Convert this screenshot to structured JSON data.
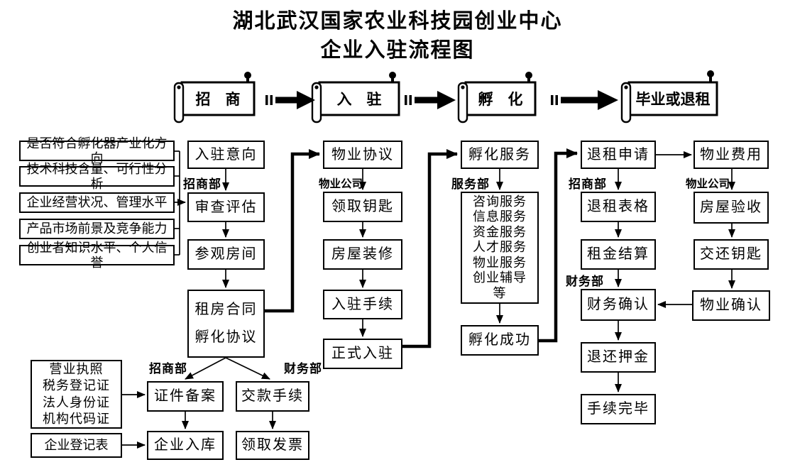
{
  "title": {
    "line1": "湖北武汉国家农业科技园创业中心",
    "line2": "企业入驻流程图"
  },
  "banners": {
    "investment": "招　商",
    "entry": "入　驻",
    "incubation": "孵　化",
    "graduation": "毕业或退租"
  },
  "criteria": [
    "是否符合孵化器产业化方向",
    "技术科技含量、可行性分析",
    "企业经营状况、管理水平",
    "产品市场前景及竞争能力",
    "创业者知识水平、个人信誉"
  ],
  "dept": {
    "c2": "招商部",
    "c3": "物业公司",
    "c4": "服务部",
    "c5a": "招商部",
    "c5b": "财务部",
    "c6": "物业公司",
    "b1": "招商部",
    "b2": "财务部"
  },
  "col2": {
    "yixiang": "入驻意向",
    "shencha": "审查评估",
    "canguan": "参观房间",
    "zufang": [
      "租房合同",
      "孵化协议"
    ]
  },
  "col3": {
    "xieyi": "物业协议",
    "yaoshi": "领取钥匙",
    "zhuangxiu": "房屋装修",
    "shouxu": "入驻手续",
    "zhengshi": "正式入驻"
  },
  "col4": {
    "fuwu": "孵化服务",
    "services": [
      "咨询服务",
      "信息服务",
      "资金服务",
      "人才服务",
      "物业服务",
      "创业辅导",
      "等"
    ],
    "chenggong": "孵化成功"
  },
  "col5": {
    "shenqing": "退租申请",
    "biaoge": "退租表格",
    "jiesuan": "租金结算",
    "queren": "财务确认",
    "yajin": "退还押金",
    "wanbi": "手续完毕"
  },
  "col6": {
    "feiyong": "物业费用",
    "yanshou": "房屋验收",
    "yaoshi": "交还钥匙",
    "queren": "物业确认"
  },
  "bottom": {
    "docs": [
      "营业执照",
      "税务登记证",
      "法人身份证",
      "机构代码证"
    ],
    "dengji": "企业登记表",
    "beian": "证件备案",
    "jiaokuan": "交款手续",
    "ruku": "企业入库",
    "fapiao": "领取发票"
  },
  "colors": {
    "ink": "#000000",
    "paper": "#ffffff"
  }
}
